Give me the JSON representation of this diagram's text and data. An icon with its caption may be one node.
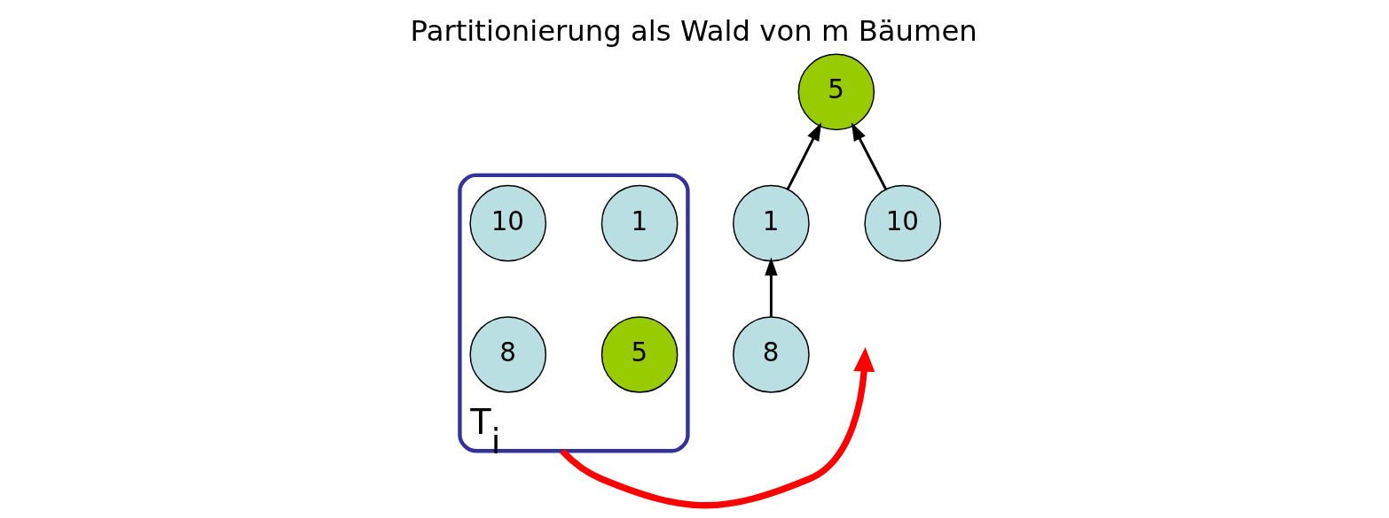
{
  "diagram": {
    "title": "Partitionierung als Wald von m Bäumen",
    "nodes": [
      {
        "text": [
          "T$_{i}$"
        ]
      },
      {
        "text": [
          "1"
        ],
        "in": 0
      },
      {
        "text": [
          "10"
        ],
        "in": 0
      },
      {
        "text": [
          "5"
        ],
        "in": 0
      },
      {
        "text": [
          "8"
        ],
        "in": 0
      },
      {
        "text": [
          "5"
        ]
      },
      {
        "text": [
          "1"
        ]
      },
      {
        "text": [
          "10"
        ]
      },
      {
        "text": [
          "8"
        ]
      }
    ],
    "edges": [
      {
        "from": 0,
        "to": null,
        "arrow": "to",
        "style": "thick",
        "color": "#ff0000"
      },
      {
        "from": 8,
        "to": 6,
        "arrow": "to"
      },
      {
        "from": 6,
        "to": 5,
        "arrow": "to"
      },
      {
        "from": 7,
        "to": 5,
        "arrow": "to"
      }
    ]
  }
}
